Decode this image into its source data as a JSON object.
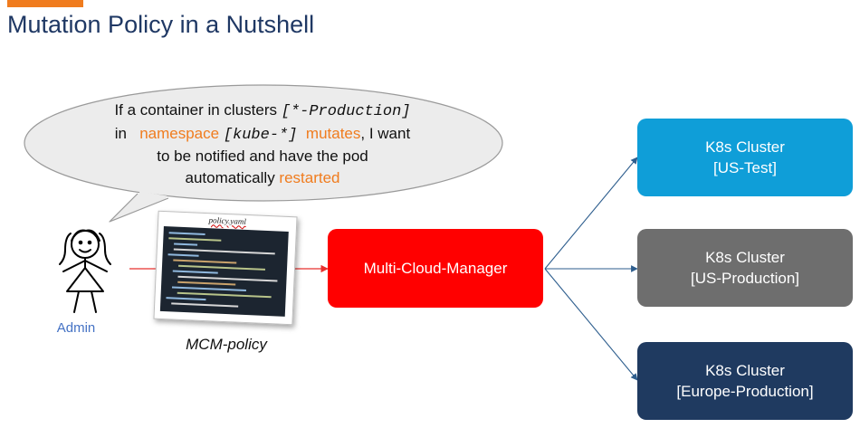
{
  "title": "Mutation Policy in a Nutshell",
  "colors": {
    "accent": "#f07c1e",
    "title": "#1f3864",
    "manager": "#ff0000",
    "cluster_test": "#0f9ed8",
    "cluster_us_prod": "#6e6e6e",
    "cluster_eu_prod": "#1f3a60",
    "arrow_red": "#e8302e",
    "arrow_blue": "#2e5e8e"
  },
  "bubble": {
    "line1_text": "If a container in clusters ",
    "line1_code": "[*-Production]",
    "line2_prefix": "in ",
    "line2_namespace": "namespace ",
    "line2_code": "[kube-*]",
    "line2_mutates": "mutates",
    "line2_rest": ", I want",
    "line3": "to be notified and have the pod",
    "line4_prefix": "automatically ",
    "line4_restarted": "restarted"
  },
  "admin": {
    "label": "Admin",
    "icon": "stick-figure-woman-icon"
  },
  "policy": {
    "file_name": "policy.yaml",
    "caption": "MCM-policy"
  },
  "manager": {
    "label": "Multi-Cloud-Manager"
  },
  "clusters": [
    {
      "line1": "K8s Cluster",
      "line2": "[US-Test]"
    },
    {
      "line1": "K8s Cluster",
      "line2": "[US-Production]"
    },
    {
      "line1": "K8s Cluster",
      "line2": "[Europe-Production]"
    }
  ]
}
